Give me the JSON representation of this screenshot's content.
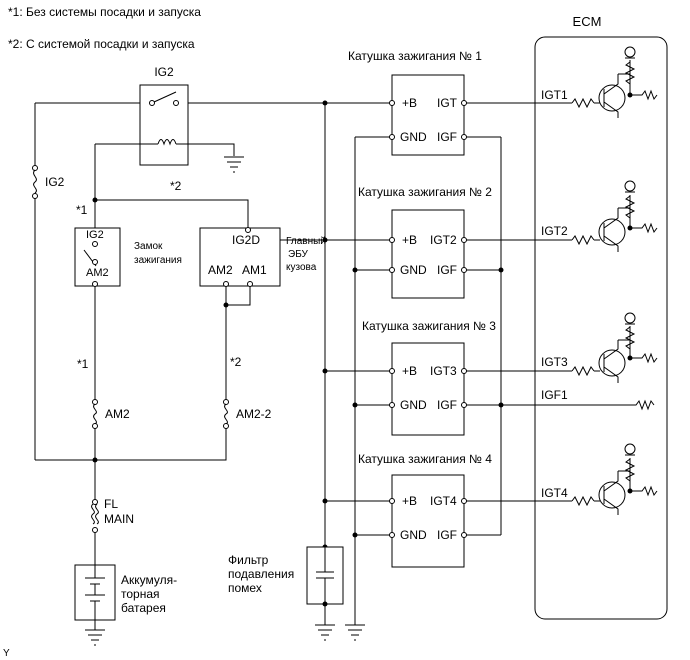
{
  "notes": {
    "note1": "*1: Без системы посадки и запуска",
    "note2": "*2: С системой посадки и запуска"
  },
  "ecm": {
    "label": "ECM"
  },
  "relay": {
    "label": "IG2"
  },
  "fuse_ig2": {
    "label": "IG2"
  },
  "marks": {
    "star1": "*1",
    "star2": "*2"
  },
  "ignition_switch": {
    "label": "Замок зажигания",
    "label_lines": [
      "Замок",
      "зажигания"
    ],
    "pin_ig2": "IG2",
    "pin_am2": "AM2"
  },
  "body_ecu": {
    "label": "Главный ЭБУ кузова",
    "label_lines": [
      "Главный",
      "ЭБУ",
      "кузова"
    ],
    "pin_ig2d": "IG2D",
    "pin_am2": "AM2",
    "pin_am1": "AM1"
  },
  "fuses": {
    "am2": "AM2",
    "am2_2": "AM2-2",
    "fl_main_lines": [
      "FL",
      "MAIN"
    ]
  },
  "battery": {
    "label": "Аккумуляторная батарея",
    "label_lines": [
      "Аккумуля-",
      "торная",
      "батарея"
    ]
  },
  "noise_filter": {
    "label": "Фильтр подавления помех",
    "label_lines": [
      "Фильтр",
      "подавления",
      "помех"
    ]
  },
  "coils": [
    {
      "title": "Катушка зажигания № 1",
      "pin_b": "+B",
      "pin_igt": "IGT",
      "pin_gnd": "GND",
      "pin_igf": "IGF",
      "ecm_pin": "IGT1"
    },
    {
      "title": "Катушка зажигания № 2",
      "pin_b": "+B",
      "pin_igt": "IGT2",
      "pin_gnd": "GND",
      "pin_igf": "IGF",
      "ecm_pin": "IGT2"
    },
    {
      "title": "Катушка зажигания № 3",
      "pin_b": "+B",
      "pin_igt": "IGT3",
      "pin_gnd": "GND",
      "pin_igf": "IGF",
      "ecm_pin": "IGT3"
    },
    {
      "title": "Катушка зажигания № 4",
      "pin_b": "+B",
      "pin_igt": "IGT4",
      "pin_gnd": "GND",
      "pin_igf": "IGF",
      "ecm_pin": "IGT4"
    }
  ],
  "igf_line": {
    "label": "IGF1"
  },
  "corner_mark": "Y"
}
